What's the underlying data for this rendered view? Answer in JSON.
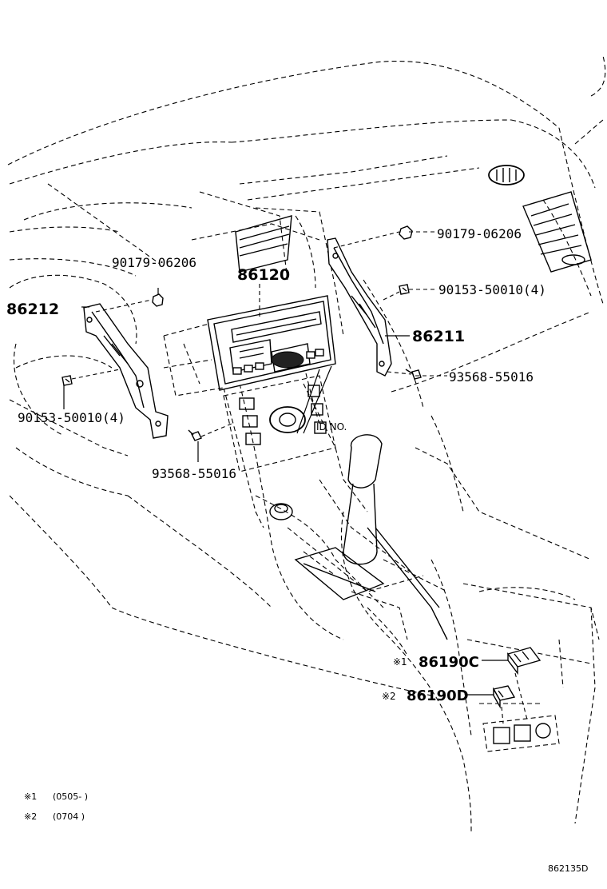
{
  "diagram": {
    "labels": {
      "p90179_top": "90179-06206",
      "p90179_left": "90179-06206",
      "p86120": "86120",
      "p86212": "86212",
      "p90153_right": "90153-50010(4)",
      "p86211": "86211",
      "p93568_right": "93568-55016",
      "p90153_left": "90153-50010(4)",
      "p93568_left": "93568-55016",
      "id_no": "ID NO.",
      "p86190c": "86190C",
      "p86190d": "86190D",
      "mark1": "※1",
      "mark2": "※2"
    },
    "notes": [
      {
        "mark": "※1",
        "text": "(0505-        )"
      },
      {
        "mark": "※2",
        "text": "(0704        )"
      }
    ],
    "figure_code": "862135D"
  }
}
